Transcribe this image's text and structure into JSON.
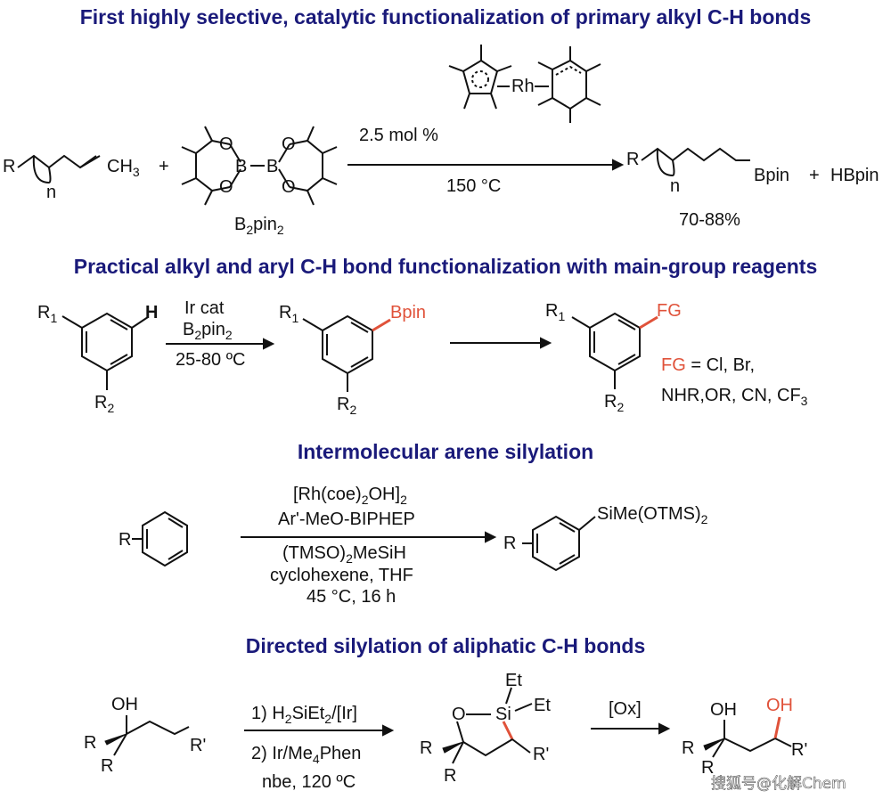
{
  "sections": {
    "s1": {
      "title": "First highly selective, catalytic functionalization of primary alkyl C-H bonds",
      "catalyst_loading": "2.5 mol %",
      "temperature": "150 °C",
      "reagent_label": "B",
      "reagent_sub": "2",
      "reagent_suffix": "pin",
      "reagent_sub2": "2",
      "substrate_R": "R",
      "substrate_n": "n",
      "substrate_CH": "CH",
      "substrate_CH3_sub": "3",
      "plus1": "+",
      "product_Bpin": "Bpin",
      "plus2": "+",
      "byproduct": "HBpin",
      "yield": "70-88%",
      "catalyst_metal": "Rh",
      "O_label": "O",
      "B_label": "B"
    },
    "s2": {
      "title": "Practical alkyl and aryl C-H bond functionalization with main-group reagents",
      "cond_line1": "Ir cat",
      "cond_line2_main": "B",
      "cond_line2_sub": "2",
      "cond_line2_tail": "pin",
      "cond_line2_sub2": "2",
      "cond_line3": "25-80 ºC",
      "R1": "R",
      "R1_sub": "1",
      "R2": "R",
      "R2_sub": "2",
      "H": "H",
      "Bpin": "Bpin",
      "FG": "FG",
      "fg_list_line1": " = Cl, Br,",
      "fg_list_line2_main": "NHR,OR, CN, CF",
      "fg_list_line2_sub": "3"
    },
    "s3": {
      "title": "Intermolecular arene silylation",
      "cond_above1_main": "[Rh(coe)",
      "cond_above1_sub": "2",
      "cond_above1_tail": "OH]",
      "cond_above1_sub2": "2",
      "cond_above2": "Ar'-MeO-BIPHEP",
      "cond_below1_main": "(TMSO)",
      "cond_below1_sub": "2",
      "cond_below1_tail": "MeSiH",
      "cond_below2": "cyclohexene, THF",
      "cond_below3": "45 °C, 16 h",
      "R": "R",
      "product_group_main": "SiMe(OTMS)",
      "product_group_sub": "2"
    },
    "s4": {
      "title": "Directed silylation of aliphatic C-H bonds",
      "step1_main": "1) H",
      "step1_sub": "2",
      "step1_tail": "SiEt",
      "step1_sub2": "2",
      "step1_tail2": "/[Ir]",
      "step2_main": "2) Ir/Me",
      "step2_sub": "4",
      "step2_tail": "Phen",
      "step3": "nbe, 120 ºC",
      "ox": "[Ox]",
      "OH": "OH",
      "R": "R",
      "Rprime": "R'",
      "O": "O",
      "Si": "Si",
      "Et": "Et"
    }
  },
  "watermark": "搜狐号@化解Chem",
  "colors": {
    "heading": "#1a1a7a",
    "highlight": "#e0523a"
  }
}
